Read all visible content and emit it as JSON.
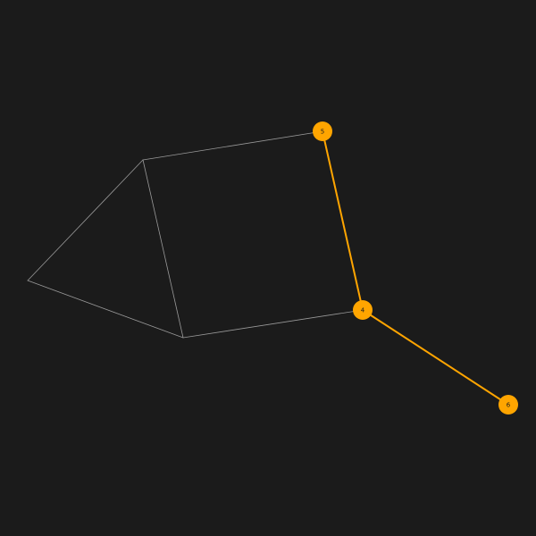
{
  "colors": {
    "background": "#1b1b1b",
    "edge_default": "#9a9a9a",
    "highlight": "#ffa500",
    "label": "#1b1b1b"
  },
  "graph": {
    "nodes": [
      {
        "id": "a",
        "label": "",
        "highlighted": false
      },
      {
        "id": "b",
        "label": "",
        "highlighted": false
      },
      {
        "id": "c",
        "label": "",
        "highlighted": false
      },
      {
        "id": "n4",
        "label": "4",
        "highlighted": true
      },
      {
        "id": "n5",
        "label": "5",
        "highlighted": true
      },
      {
        "id": "n6",
        "label": "6",
        "highlighted": true
      }
    ],
    "edges": [
      {
        "source": "b",
        "target": "n5",
        "highlighted": false
      },
      {
        "source": "b",
        "target": "a",
        "highlighted": false
      },
      {
        "source": "b",
        "target": "c",
        "highlighted": false
      },
      {
        "source": "a",
        "target": "c",
        "highlighted": false
      },
      {
        "source": "c",
        "target": "n4",
        "highlighted": false
      },
      {
        "source": "n5",
        "target": "n4",
        "highlighted": true
      },
      {
        "source": "n4",
        "target": "n6",
        "highlighted": true
      }
    ]
  }
}
